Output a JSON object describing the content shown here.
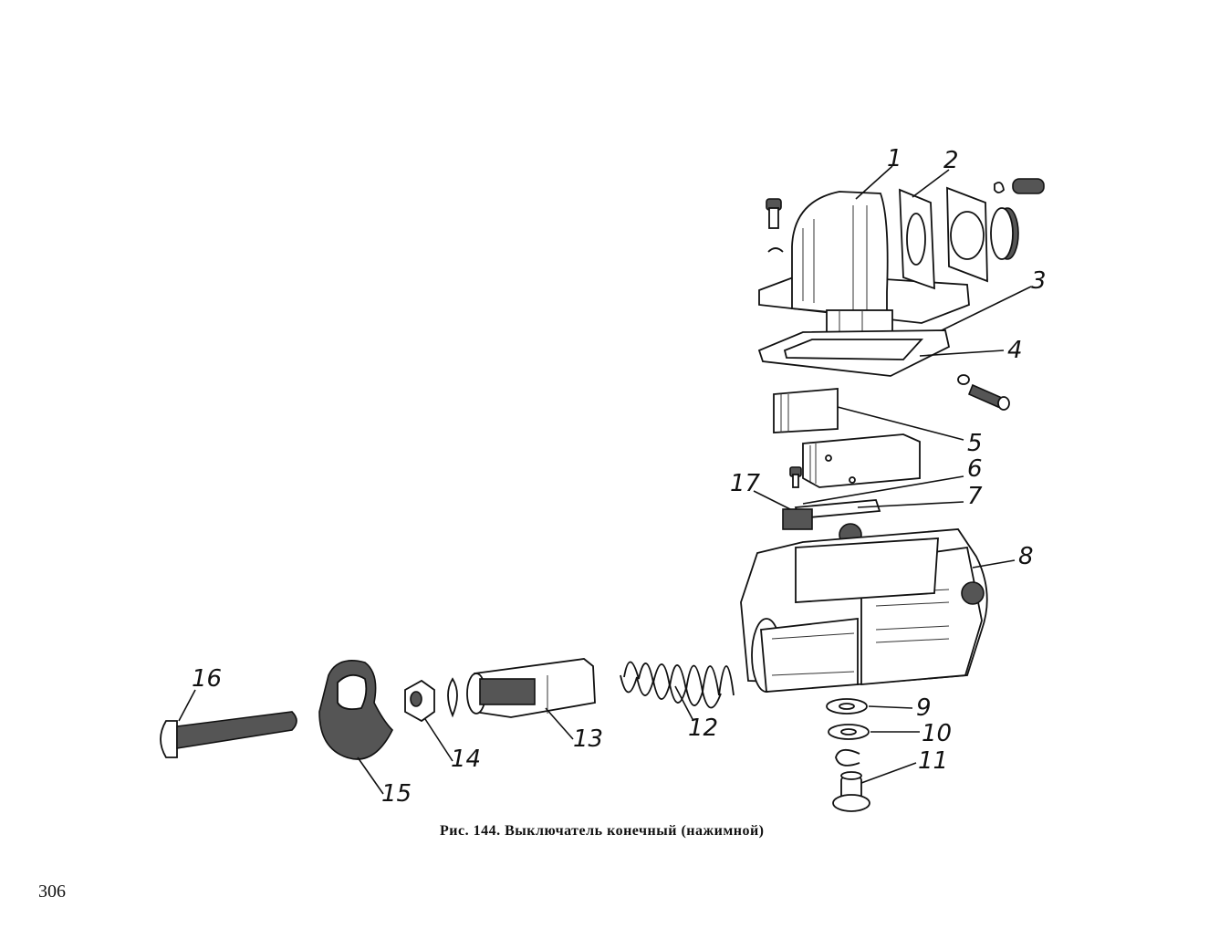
{
  "figure": {
    "caption": "Рис. 144. Выключатель конечный (нажимной)",
    "callouts": [
      "1",
      "2",
      "3",
      "4",
      "5",
      "6",
      "7",
      "8",
      "9",
      "10",
      "11",
      "12",
      "13",
      "14",
      "15",
      "16",
      "17"
    ]
  },
  "page": {
    "number": "306"
  }
}
